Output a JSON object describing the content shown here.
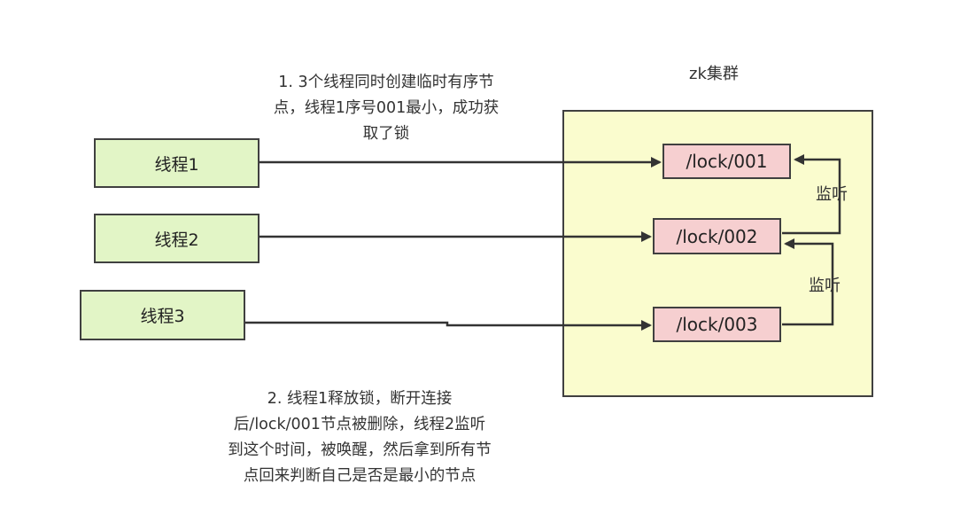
{
  "cluster": {
    "title": "zk集群"
  },
  "threads": [
    "线程1",
    "线程2",
    "线程3"
  ],
  "nodes": [
    "/lock/001",
    "/lock/002",
    "/lock/003"
  ],
  "watch_labels": [
    "监听",
    "监听"
  ],
  "notes": {
    "top": [
      "1. 3个线程同时创建临时有序节",
      "点，线程1序号001最小，成功获",
      "取了锁"
    ],
    "bottom": [
      "2. 线程1释放锁，断开连接",
      "后/lock/001节点被删除，线程2监听",
      "到这个时间，被唤醒，然后拿到所有节",
      "点回来判断自己是否是最小的节点"
    ]
  },
  "colors": {
    "thread_fill": "#e2f5c6",
    "node_fill": "#f6cfd0",
    "cluster_fill": "#fafcce",
    "stroke": "#333333"
  }
}
